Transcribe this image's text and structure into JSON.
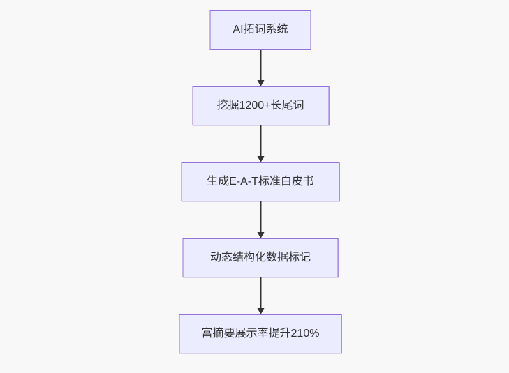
{
  "diagram": {
    "type": "flowchart",
    "direction": "top-down",
    "nodes": [
      {
        "id": "n1",
        "label": "AI拓词系统"
      },
      {
        "id": "n2",
        "label": "挖掘1200+长尾词"
      },
      {
        "id": "n3",
        "label": "生成E-A-T标准白皮书"
      },
      {
        "id": "n4",
        "label": "动态结构化数据标记"
      },
      {
        "id": "n5",
        "label": "富摘要展示率提升210%"
      }
    ],
    "edges": [
      {
        "from": "AI拓词系统",
        "to": "挖掘1200+长尾词"
      },
      {
        "from": "挖掘1200+长尾词",
        "to": "生成E-A-T标准白皮书"
      },
      {
        "from": "生成E-A-T标准白皮书",
        "to": "动态结构化数据标记"
      },
      {
        "from": "动态结构化数据标记",
        "to": "富摘要展示率提升210%"
      }
    ],
    "colors": {
      "background": "#f8f8f8",
      "node_fill": "#ECECFF",
      "node_border": "#9370DB",
      "text": "#333333",
      "arrow": "#333333"
    }
  }
}
